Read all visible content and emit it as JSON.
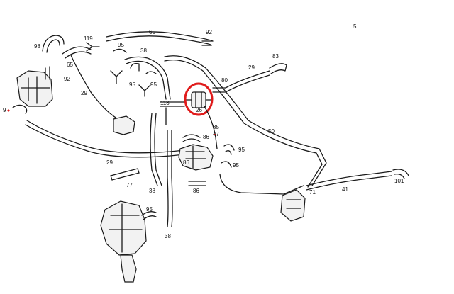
{
  "highlight_color": "#e01b1b",
  "labels": {
    "l98": "98",
    "l119": "119",
    "l65a": "65",
    "l92a": "92",
    "l95a": "95",
    "l38a": "38",
    "l83": "83",
    "l65b": "65",
    "l92b": "92",
    "l29a": "29",
    "l95b": "95",
    "l95c": "95",
    "l80": "80",
    "l29b": "29",
    "l9": "9",
    "l113": "113",
    "l26": "26",
    "l50": "50",
    "l86a": "86",
    "l35": "35",
    "l47": "47",
    "l95d": "95",
    "l29c": "29",
    "l86b": "86",
    "l95e": "95",
    "l77": "77",
    "l38b": "38",
    "l86c": "86",
    "l71": "71",
    "l41": "41",
    "l101": "101",
    "l95f": "95",
    "l38c": "38",
    "l5": "5"
  }
}
